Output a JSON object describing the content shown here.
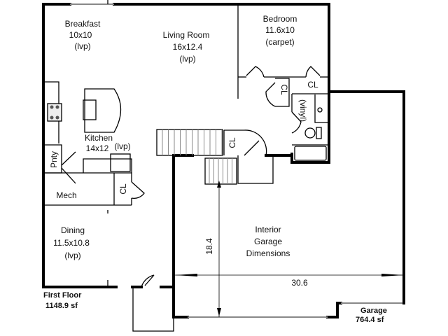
{
  "floor": {
    "label": "First Floor",
    "area": "1148.9 sf"
  },
  "garage": {
    "label": "Garage",
    "area": "764.4 sf",
    "note_lines": [
      "Interior",
      "Garage",
      "Dimensions"
    ],
    "depth": "18.4",
    "width": "30.6"
  },
  "rooms": {
    "breakfast": {
      "name": "Breakfast",
      "size": "10x10",
      "floor": "(lvp)"
    },
    "living": {
      "name": "Living Room",
      "size": "16x12.4",
      "floor": "(lvp)"
    },
    "bedroom": {
      "name": "Bedroom",
      "size": "11.6x10",
      "floor": "(carpet)"
    },
    "kitchen": {
      "name": "Kitchen",
      "size": "14x12",
      "floor": "(lvp)"
    },
    "dining": {
      "name": "Dining",
      "size": "11.5x10.8",
      "floor": "(lvp)"
    },
    "pantry": {
      "name": "Pnty"
    },
    "mech": {
      "name": "Mech"
    },
    "bath": {
      "floor": "(vinyl)"
    },
    "closet_label": "CL"
  }
}
